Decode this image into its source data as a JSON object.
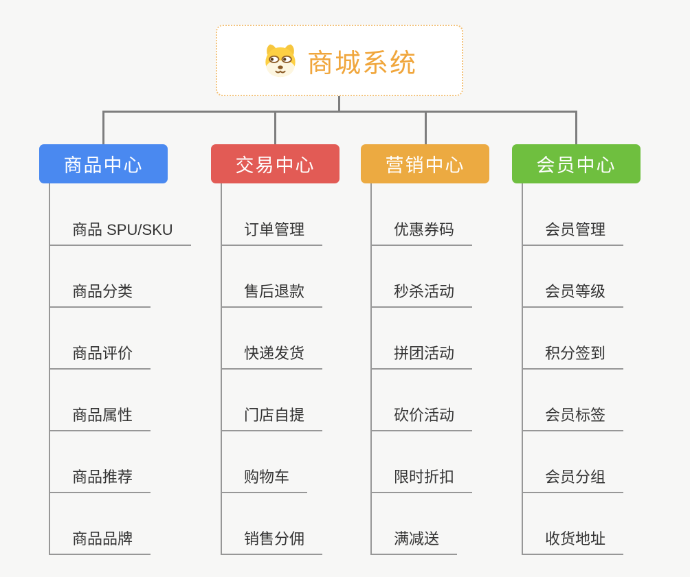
{
  "root": {
    "title": "商城系统",
    "icon": "dog-face-icon"
  },
  "branches": [
    {
      "label": "商品中心",
      "color": "#4a89f0",
      "items": [
        "商品 SPU/SKU",
        "商品分类",
        "商品评价",
        "商品属性",
        "商品推荐",
        "商品品牌"
      ]
    },
    {
      "label": "交易中心",
      "color": "#e25b55",
      "items": [
        "订单管理",
        "售后退款",
        "快递发货",
        "门店自提",
        "购物车",
        "销售分佣"
      ]
    },
    {
      "label": "营销中心",
      "color": "#ecaa41",
      "items": [
        "优惠券码",
        "秒杀活动",
        "拼团活动",
        "砍价活动",
        "限时折扣",
        "满减送"
      ]
    },
    {
      "label": "会员中心",
      "color": "#6fbf3f",
      "items": [
        "会员管理",
        "会员等级",
        "积分签到",
        "会员标签",
        "会员分组",
        "收货地址"
      ]
    }
  ],
  "palette": {
    "background": "#f7f7f6",
    "connector": "#7e7e7e",
    "subtopic_line": "#979797",
    "root_text": "#f0a63c",
    "root_border": "#f3c37c",
    "subtopic_text": "#333333"
  }
}
